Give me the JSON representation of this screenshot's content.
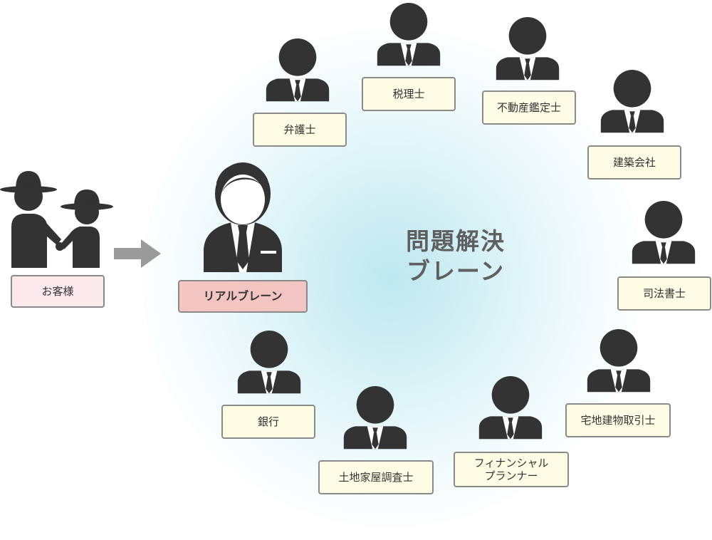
{
  "colors": {
    "figure": "#333333",
    "label_bg": "#fdfde6",
    "label_border": "#8a8a8a",
    "customer_bg": "#fbe9ec",
    "real_brain_bg": "#f2c4c2",
    "center_text": "#5f5f5f",
    "glow": "#bfe7ef",
    "arrow": "#9a9a9a"
  },
  "center": {
    "line1": "問題解決",
    "line2": "ブレーン"
  },
  "customer": {
    "label": "お客様",
    "icon": "couple-with-hats-icon"
  },
  "real_brain": {
    "label": "リアルブレーン",
    "icon": "businessman-icon"
  },
  "arrow": {
    "icon": "right-arrow-icon"
  },
  "experts": [
    {
      "label": "弁護士"
    },
    {
      "label": "税理士"
    },
    {
      "label": "不動産鑑定士"
    },
    {
      "label": "建築会社"
    },
    {
      "label": "司法書士"
    },
    {
      "label": "宅地建物取引士"
    },
    {
      "label": "フィナンシャル\nプランナー"
    },
    {
      "label": "土地家屋調査士"
    },
    {
      "label": "銀行"
    }
  ]
}
